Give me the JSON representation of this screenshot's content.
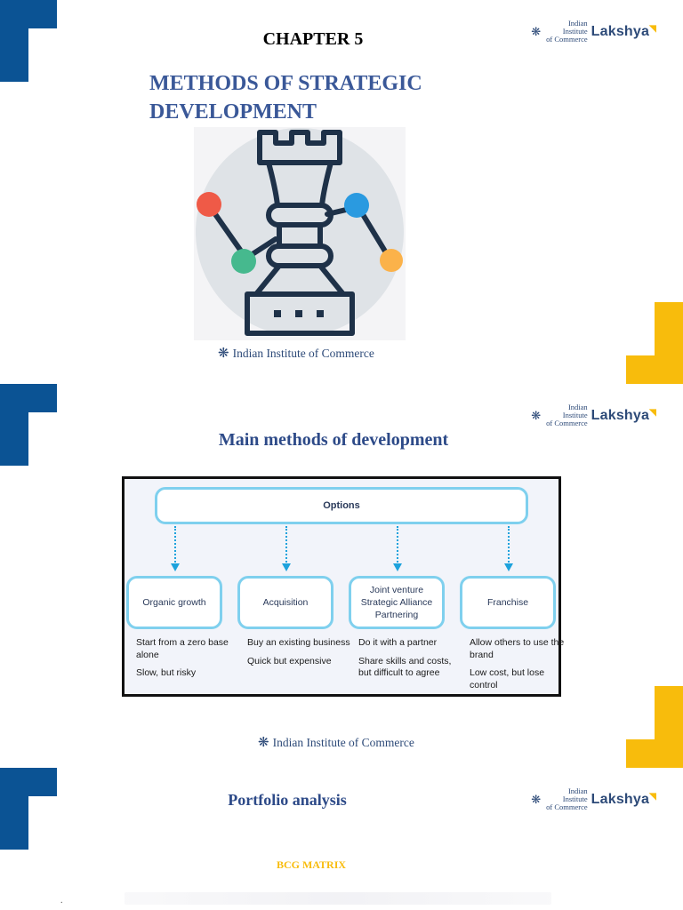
{
  "colors": {
    "blue": "#0b5394",
    "yellow": "#f8bc0c",
    "title_blue": "#3a5898",
    "diagram_border": "#7fd0ee",
    "arrow": "#1da2dc"
  },
  "logo": {
    "line1": "Indian",
    "line2": "Institute",
    "line3": "of Commerce",
    "brand": "Lakshya",
    "icon": "snowflake-icon"
  },
  "footer_brand": "Indian Institute of Commerce",
  "slide1": {
    "chapter": "CHAPTER 5",
    "title": "METHODS OF STRATEGIC DEVELOPMENT",
    "illustration_icon": "chess-rook-strategy-icon"
  },
  "slide2": {
    "title": "Main methods of development",
    "diagram": {
      "root": "Options",
      "columns": [
        {
          "label": "Organic growth",
          "desc": [
            "Start from a zero base alone",
            "Slow, but risky"
          ]
        },
        {
          "label": "Acquisition",
          "desc": [
            "Buy an existing business",
            "Quick but expensive"
          ]
        },
        {
          "label": "Joint venture\nStrategic Alliance\nPartnering",
          "desc": [
            "Do it with a partner",
            "Share skills and costs, but difficult to agree"
          ]
        },
        {
          "label": "Franchise",
          "desc": [
            "Allow others to use the brand",
            "Low cost, but lose control"
          ]
        }
      ]
    }
  },
  "slide3": {
    "title": "Portfolio analysis",
    "subtitle": "BCG MATRIX",
    "bullet": "."
  }
}
